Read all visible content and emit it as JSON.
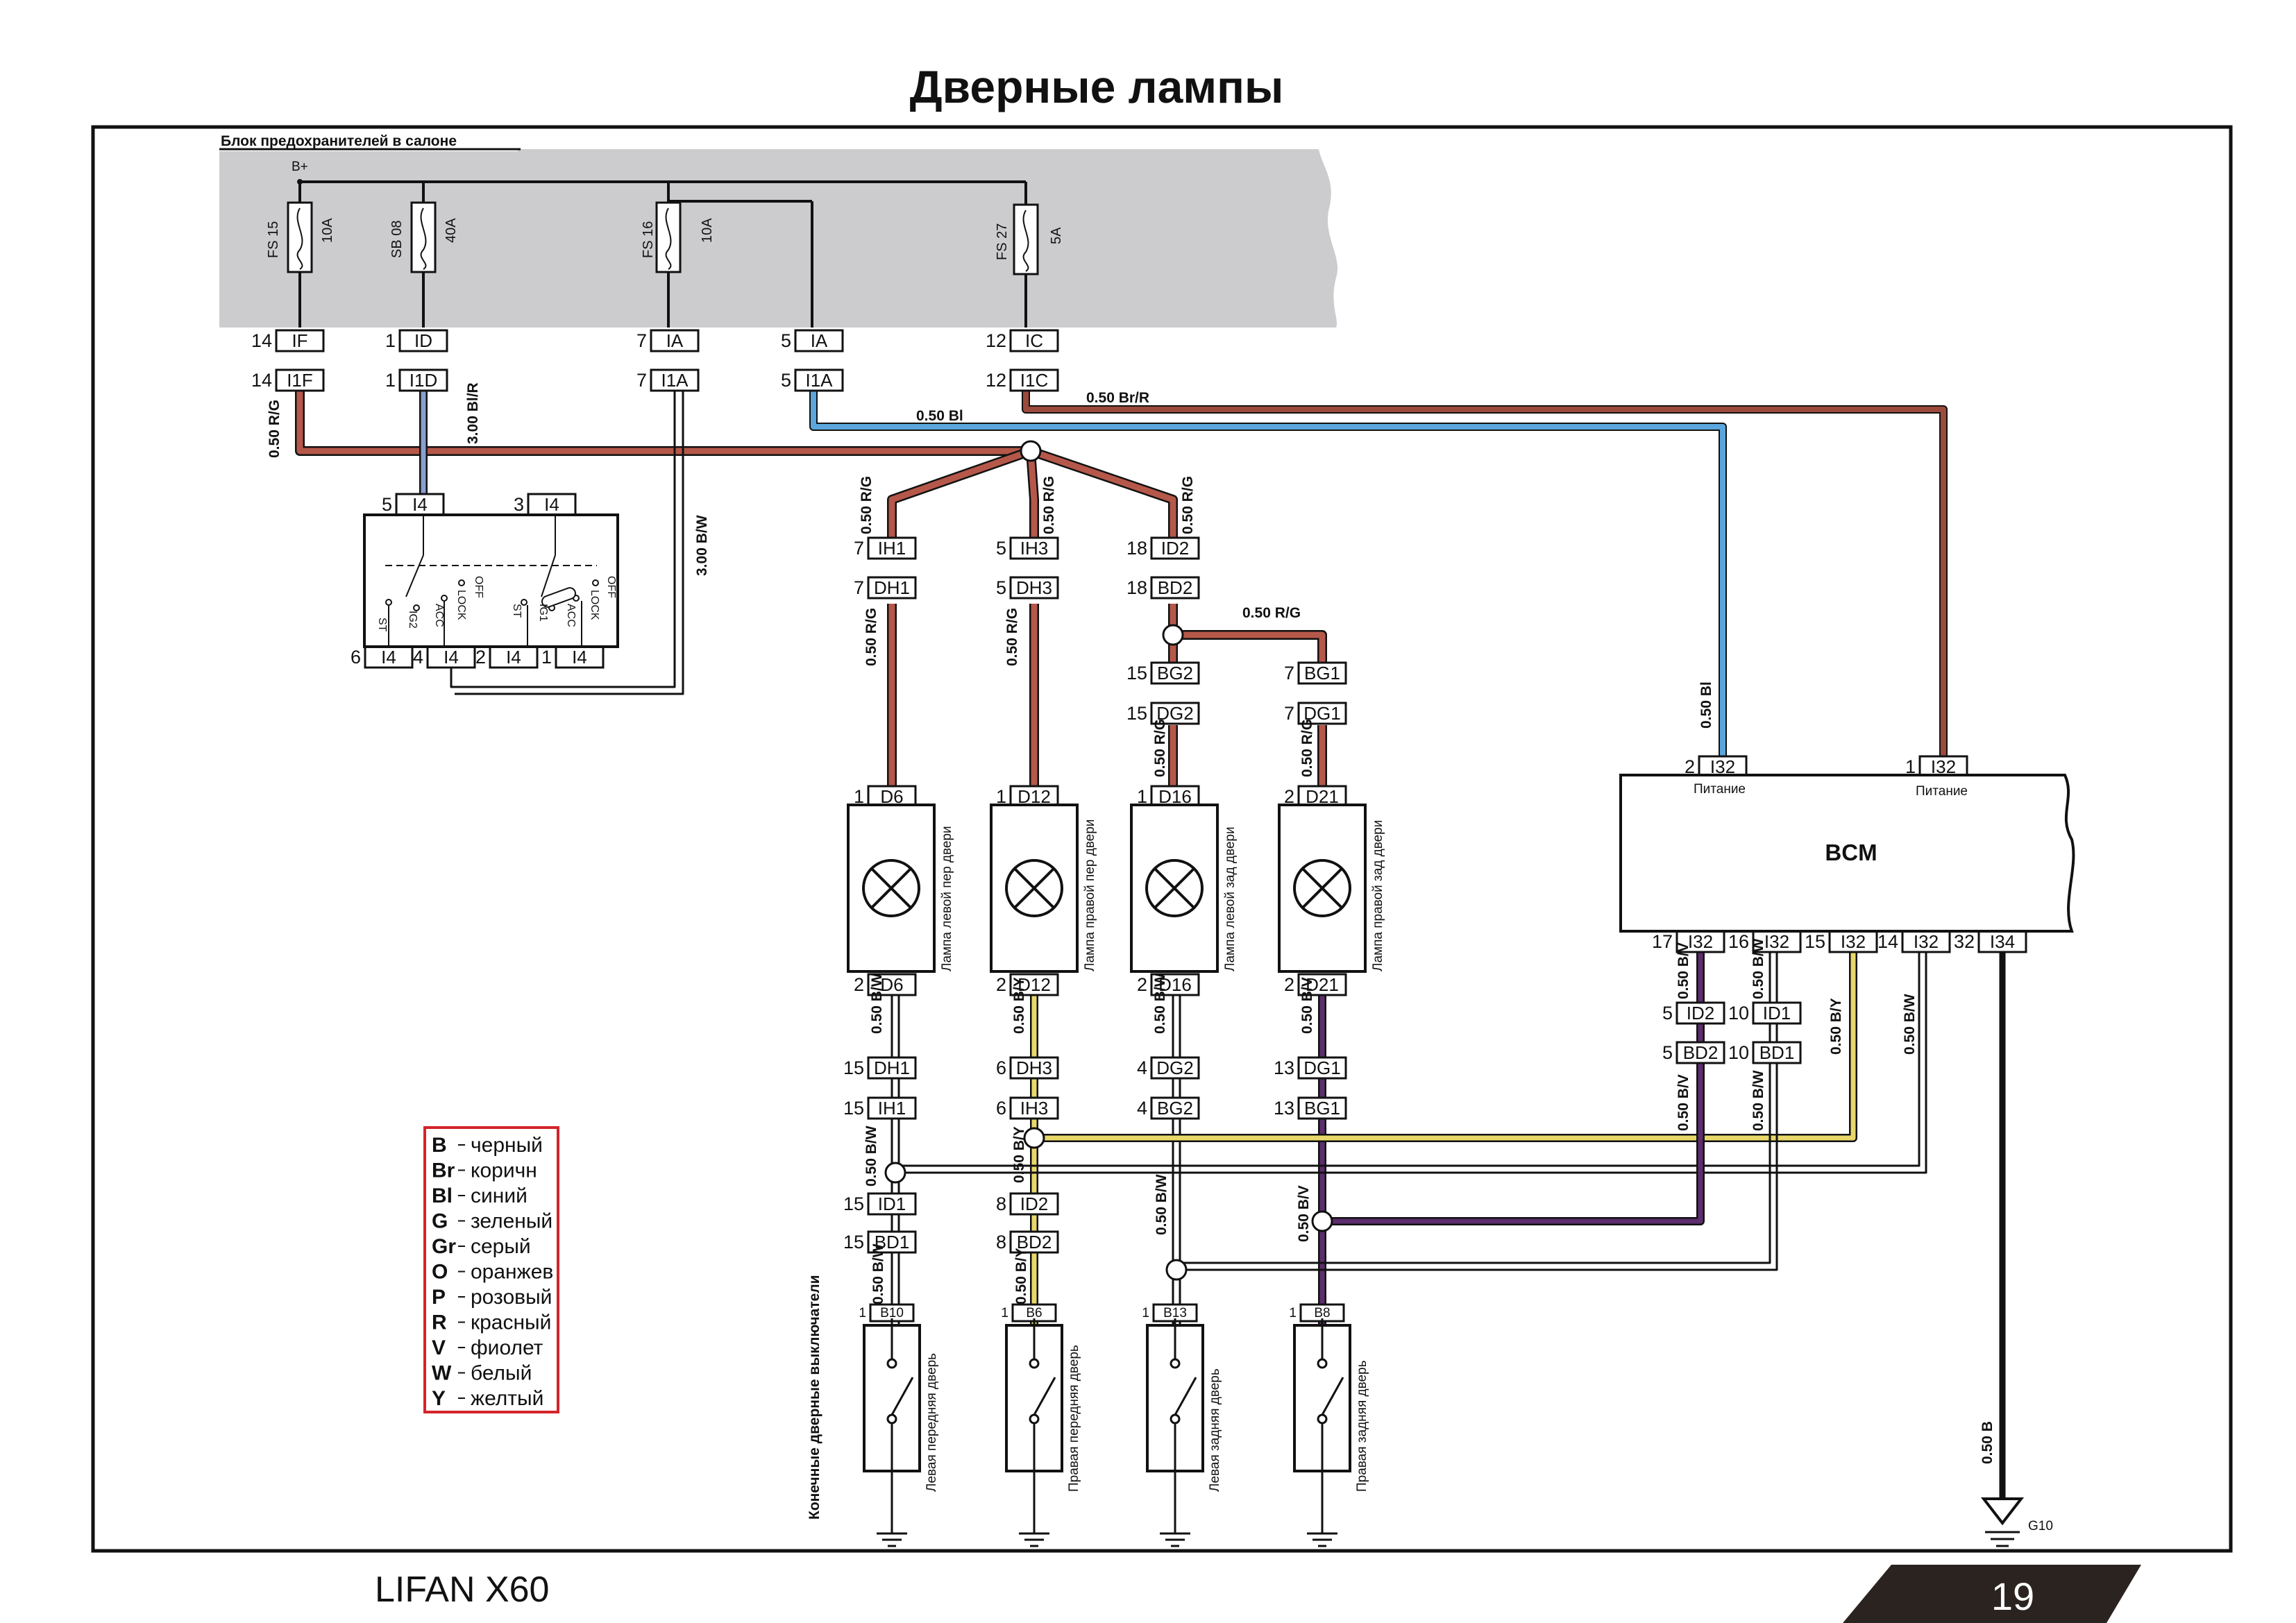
{
  "title": "Дверные лампы",
  "fuse_block": {
    "label": "Блок предохранителей в салоне",
    "supply": "B+",
    "fuses": [
      {
        "id": "FS 15",
        "rating": "10A"
      },
      {
        "id": "SB 08",
        "rating": "40A"
      },
      {
        "id": "FS 16",
        "rating": "10A"
      },
      {
        "id": "FS 27",
        "rating": "5A"
      }
    ]
  },
  "connectors": {
    "c1": {
      "pin": "14",
      "name": "IF"
    },
    "c1m": {
      "pin": "14",
      "name": "I1F"
    },
    "c2": {
      "pin": "1",
      "name": "ID"
    },
    "c2m": {
      "pin": "1",
      "name": "I1D"
    },
    "c3": {
      "pin": "7",
      "name": "IA"
    },
    "c3m": {
      "pin": "7",
      "name": "I1A"
    },
    "c4": {
      "pin": "5",
      "name": "IA"
    },
    "c4m": {
      "pin": "5",
      "name": "I1A"
    },
    "c5": {
      "pin": "12",
      "name": "IC"
    },
    "c5m": {
      "pin": "12",
      "name": "I1C"
    },
    "ign_top1": {
      "pin": "5",
      "name": "I4"
    },
    "ign_top2": {
      "pin": "3",
      "name": "I4"
    },
    "ign_b1": {
      "pin": "6",
      "name": "I4"
    },
    "ign_b2": {
      "pin": "4",
      "name": "I4"
    },
    "ign_b3": {
      "pin": "2",
      "name": "I4"
    },
    "ign_b4": {
      "pin": "1",
      "name": "I4"
    },
    "a1": {
      "pin": "7",
      "name": "IH1"
    },
    "a2": {
      "pin": "7",
      "name": "DH1"
    },
    "b1": {
      "pin": "5",
      "name": "IH3"
    },
    "b2": {
      "pin": "5",
      "name": "DH3"
    },
    "d1": {
      "pin": "18",
      "name": "ID2"
    },
    "d2": {
      "pin": "18",
      "name": "BD2"
    },
    "d3": {
      "pin": "15",
      "name": "BG2"
    },
    "d4": {
      "pin": "15",
      "name": "DG2"
    },
    "e1": {
      "pin": "7",
      "name": "BG1"
    },
    "e2": {
      "pin": "7",
      "name": "DG1"
    },
    "bcm_t1": {
      "pin": "2",
      "name": "I32"
    },
    "bcm_t2": {
      "pin": "1",
      "name": "I32"
    },
    "bcm_b1": {
      "pin": "17",
      "name": "I32"
    },
    "bcm_b2": {
      "pin": "16",
      "name": "I32"
    },
    "bcm_b3": {
      "pin": "15",
      "name": "I32"
    },
    "bcm_b4": {
      "pin": "14",
      "name": "I32"
    },
    "bcm_b5": {
      "pin": "32",
      "name": "I34"
    },
    "l1t": {
      "pin": "1",
      "name": "D6"
    },
    "l2t": {
      "pin": "1",
      "name": "D12"
    },
    "l3t": {
      "pin": "1",
      "name": "D16"
    },
    "l4t": {
      "pin": "2",
      "name": "D21"
    },
    "l1b": {
      "pin": "2",
      "name": "D6"
    },
    "l2b": {
      "pin": "2",
      "name": "D12"
    },
    "l3b": {
      "pin": "2",
      "name": "D16"
    },
    "l4b": {
      "pin": "2",
      "name": "D21"
    },
    "m1": {
      "pin": "15",
      "name": "DH1"
    },
    "m1b": {
      "pin": "15",
      "name": "IH1"
    },
    "m2": {
      "pin": "6",
      "name": "DH3"
    },
    "m2b": {
      "pin": "6",
      "name": "IH3"
    },
    "m3": {
      "pin": "4",
      "name": "DG2"
    },
    "m3b": {
      "pin": "4",
      "name": "BG2"
    },
    "m4": {
      "pin": "13",
      "name": "DG1"
    },
    "m4b": {
      "pin": "13",
      "name": "BG1"
    },
    "n1": {
      "pin": "15",
      "name": "ID1"
    },
    "n1b": {
      "pin": "15",
      "name": "BD1"
    },
    "n2": {
      "pin": "8",
      "name": "ID2"
    },
    "n2b": {
      "pin": "8",
      "name": "BD2"
    },
    "r1": {
      "pin": "5",
      "name": "ID2"
    },
    "r1b": {
      "pin": "5",
      "name": "BD2"
    },
    "r2": {
      "pin": "10",
      "name": "ID1"
    },
    "r2b": {
      "pin": "10",
      "name": "BD1"
    },
    "s1": {
      "pin": "1",
      "name": "B10"
    },
    "s2": {
      "pin": "1",
      "name": "B6"
    },
    "s3": {
      "pin": "1",
      "name": "B13"
    },
    "s4": {
      "pin": "1",
      "name": "B8"
    }
  },
  "wires": {
    "w_rg_fuse": "0.50  R/G",
    "w_blr": "3.00  Bl/R",
    "w_bw3": "3.00  B/W",
    "w_bl_top": "0.50  Bl",
    "w_brr": "0.50  Br/R",
    "w_rg_a": "0.50  R/G",
    "w_rg_b": "0.50  R/G",
    "w_rg_c": "0.50  R/G",
    "w_rg_a2": "0.50  R/G",
    "w_rg_b2": "0.50  R/G",
    "w_rg_h": "0.50  R/G",
    "w_rg_d3": "0.50  R/G",
    "w_rg_e3": "0.50  R/G",
    "w_bl_right": "0.50  Bl",
    "w_bw_1": "0.50  B/W",
    "w_by_2": "0.50  B/Y",
    "w_bw_3": "0.50  B/W",
    "w_bv_4": "0.50  B/V",
    "w_bw_1b": "0.50  B/W",
    "w_by_2b": "0.50  B/Y",
    "w_bw_3b": "0.50  B/W",
    "w_bv_4b": "0.50  B/V",
    "w_bw_1c": "0.50  B/W",
    "w_by_2c": "0.50  B/Y",
    "w_bv_r1": "0.50  B/V",
    "w_bw_r2": "0.50  B/W",
    "w_by_r3": "0.50  B/Y",
    "w_bw_r4": "0.50  B/W",
    "w_bv_r1b": "0.50  B/V",
    "w_bw_r2b": "0.50  B/W",
    "w_b_gnd": "0.50  B"
  },
  "ignition_switch": {
    "left": [
      "ST",
      "IG2",
      "ACC",
      "LOCK",
      "OFF"
    ],
    "right": [
      "ST",
      "IG1",
      "ACC",
      "LOCK",
      "OFF"
    ]
  },
  "lamps": [
    "Лампа левой пер двери",
    "Лампа правой пер двери",
    "Лампа левой зад двери",
    "Лампа правой зад двери"
  ],
  "switches_group_label": "Конечные дверные выключатели",
  "switches": [
    "Левая передняя дверь",
    "Правая передняя дверь",
    "Левая задняя дверь",
    "Правая задняя дверь"
  ],
  "bcm": {
    "name": "BCM",
    "power_label_1": "Питание",
    "power_label_2": "Питание"
  },
  "ground": "G10",
  "legend": [
    {
      "code": "B",
      "name": "черный"
    },
    {
      "code": "Br",
      "name": "коричн"
    },
    {
      "code": "Bl",
      "name": "синий"
    },
    {
      "code": "G",
      "name": "зеленый"
    },
    {
      "code": "Gr",
      "name": "серый"
    },
    {
      "code": "O",
      "name": "оранжев"
    },
    {
      "code": "P",
      "name": "розовый"
    },
    {
      "code": "R",
      "name": "красный"
    },
    {
      "code": "V",
      "name": "фиолет"
    },
    {
      "code": "W",
      "name": "белый"
    },
    {
      "code": "Y",
      "name": "желтый"
    }
  ],
  "footer": {
    "model": "LIFAN X60",
    "page": "19"
  },
  "colors": {
    "rg": "#b5584a",
    "bl": "#5aa6dd",
    "brr": "#9b4a3c",
    "by": "#e8d86a",
    "bv": "#5d2d6e",
    "bw": "#222222",
    "fuse_block_fill": "#cccccf",
    "legend_border": "#d4242a",
    "page_tab": "#2a2320"
  }
}
